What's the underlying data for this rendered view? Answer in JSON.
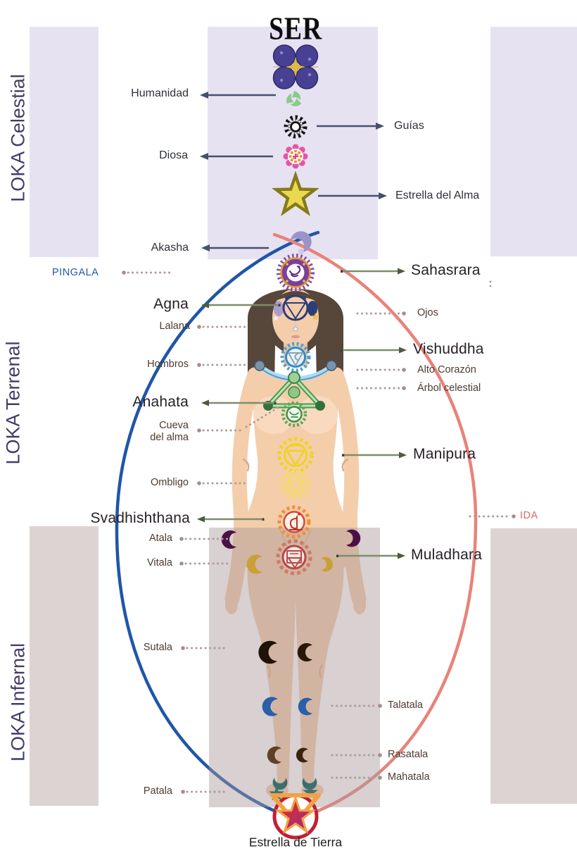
{
  "title": "SER",
  "sections": {
    "celestial": "LOKA Celestial",
    "terrenal": "LOKA Terrenal",
    "infernal": "LOKA Infernal"
  },
  "channels": {
    "pingala": "PINGALA",
    "ida": "IDA"
  },
  "labels": {
    "humanidad": "Humanidad",
    "guias": "Guías",
    "diosa": "Diosa",
    "estrella_alma": "Estrella del Alma",
    "akasha": "Akasha",
    "sahasrara": "Sahasrara",
    "agna": "Agna",
    "ojos": "Ojos",
    "lalana": "Lalana",
    "hombros": "Hombros",
    "vishuddha": "Vishuddha",
    "alto_corazon": "Alto Corazón",
    "arbol_celestial": "Árbol celestial",
    "anahata": "Anahata",
    "cueva_line1": "Cueva",
    "cueva_line2": "del alma",
    "manipura": "Manipura",
    "ombligo": "Ombligo",
    "svadhishthana": "Svadhishthana",
    "atala": "Atala",
    "ida_label": "IDA",
    "vitala": "Vitala",
    "muladhara": "Muladhara",
    "sutala": "Sutala",
    "talatala": "Talatala",
    "rasatala": "Rasatala",
    "mahatala": "Mahatala",
    "patala": "Patala",
    "estrella_tierra": "Estrella de Tierra"
  },
  "colors": {
    "pingala_arc": "#1f56a8",
    "ida_arc": "#e8837a",
    "panel_lavender": "#e7e2f1",
    "panel_gray": "#ded3d3",
    "arrow_navy": "#474f6e",
    "arrow_green": "#7c8e6b",
    "dotted": "#b19a9a",
    "section_text": "#423d68",
    "skin": "#f4cdab",
    "hair": "#57463a"
  },
  "icons": {
    "soul_group": "soul-group-spheres-icon",
    "humanity": "humanity-swirl-icon",
    "guides": "guides-flower-icon",
    "goddess": "goddess-flower-icon",
    "soul_star": "soul-star-icon",
    "akasha": "akasha-moon-icon",
    "sahasrara": "sahasrara-chakra-icon",
    "agna": "agna-chakra-icon",
    "vishuddha": "vishuddha-chakra-icon",
    "anahata": "anahata-chakra-icon",
    "manipura": "manipura-chakra-icon",
    "navel": "navel-chakra-icon",
    "svadhishthana": "svadhishthana-chakra-icon",
    "muladhara": "muladhara-chakra-icon",
    "earth_star": "earth-star-icon"
  }
}
